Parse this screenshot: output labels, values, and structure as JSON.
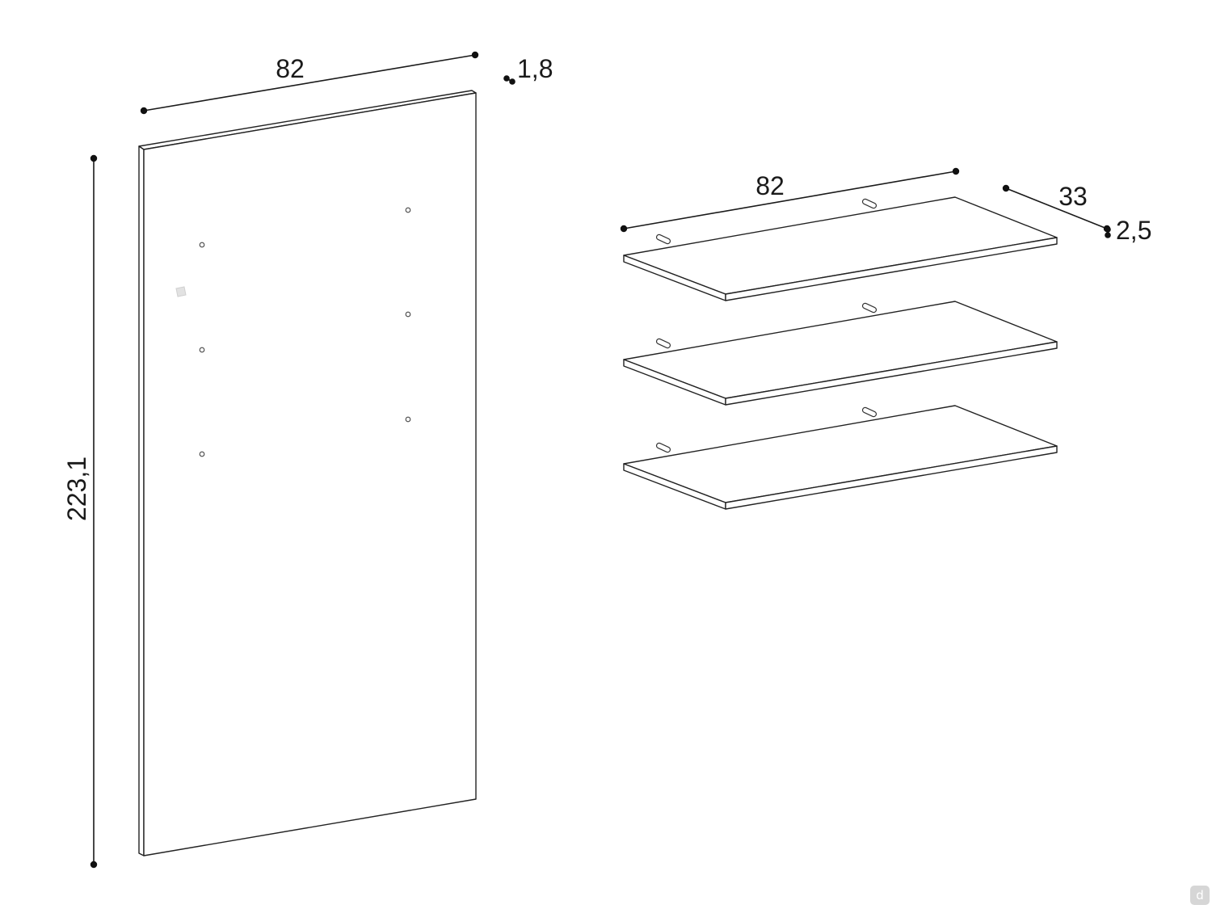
{
  "panel": {
    "width_label": "82",
    "thickness_label": "1,8",
    "height_label": "223,1"
  },
  "shelves": {
    "count": 3,
    "width_label": "82",
    "depth_label": "33",
    "thickness_label": "2,5"
  },
  "watermark": {
    "logo_text": "d"
  },
  "colors": {
    "line": "#222222",
    "dots": "#111111",
    "background": "#ffffff"
  }
}
